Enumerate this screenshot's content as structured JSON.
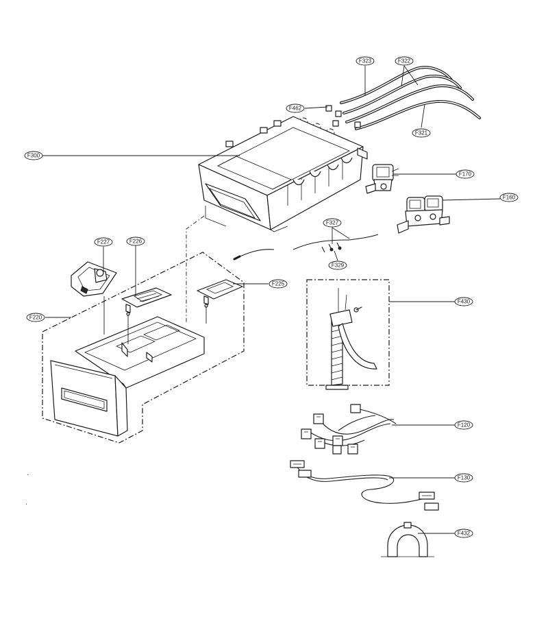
{
  "diagram": {
    "parts": [
      {
        "id": "F323",
        "label": "F323"
      },
      {
        "id": "F322",
        "label": "F322"
      },
      {
        "id": "F462",
        "label": "F462"
      },
      {
        "id": "F321",
        "label": "F321"
      },
      {
        "id": "F300",
        "label": "F300"
      },
      {
        "id": "F170",
        "label": "F170"
      },
      {
        "id": "F160",
        "label": "F160"
      },
      {
        "id": "F327",
        "label": "F327"
      },
      {
        "id": "F329",
        "label": "F329"
      },
      {
        "id": "F227",
        "label": "F227"
      },
      {
        "id": "F226",
        "label": "F226"
      },
      {
        "id": "F225",
        "label": "F225"
      },
      {
        "id": "F220",
        "label": "F220"
      },
      {
        "id": "F430",
        "label": "F430"
      },
      {
        "id": "F120",
        "label": "F120"
      },
      {
        "id": "F130",
        "label": "F130"
      },
      {
        "id": "F432",
        "label": "F432"
      }
    ]
  }
}
